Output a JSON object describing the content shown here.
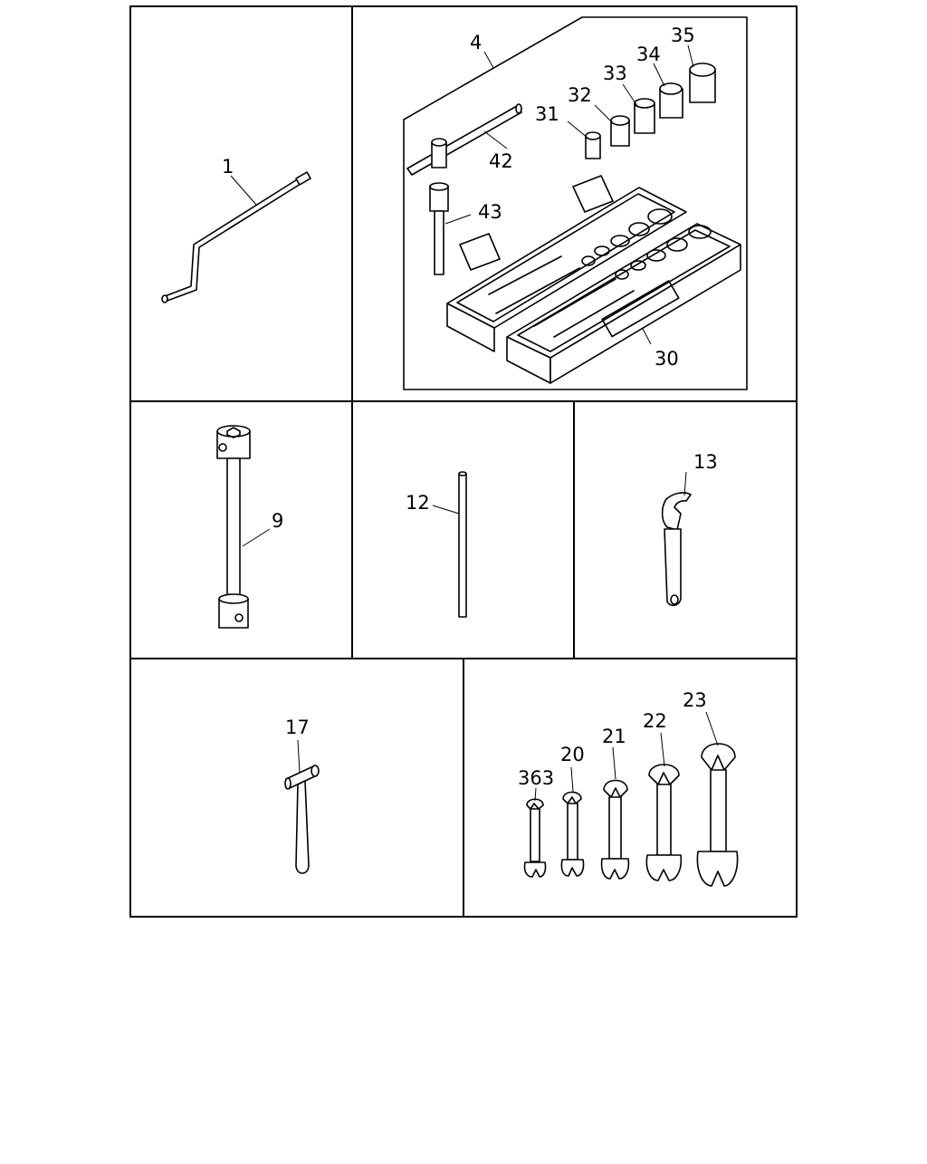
{
  "callouts": {
    "wheel_brace": "1",
    "tool_case_set": "4",
    "tee_handle": "42",
    "extension_bar": "43",
    "socket_31": "31",
    "socket_32": "32",
    "socket_33": "33",
    "socket_34": "34",
    "socket_35": "35",
    "case_30": "30",
    "box_wrench": "9",
    "bar_12": "12",
    "adjustable_wrench": "13",
    "hammer": "17",
    "spanner_363": "363",
    "spanner_20": "20",
    "spanner_21": "21",
    "spanner_22": "22",
    "spanner_23": "23"
  }
}
